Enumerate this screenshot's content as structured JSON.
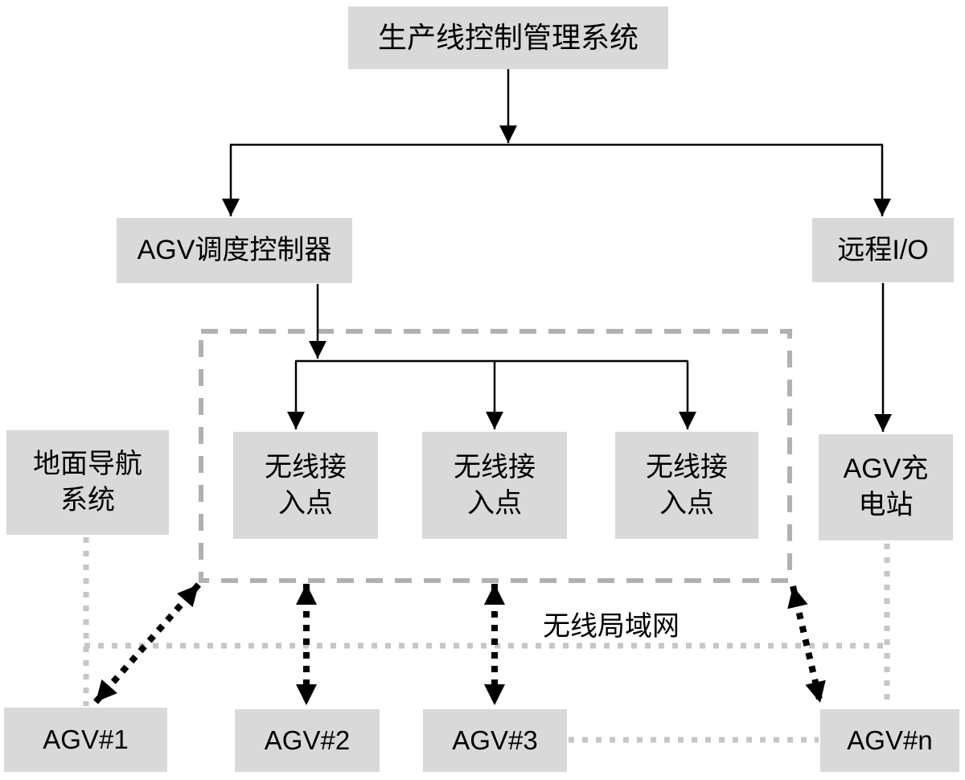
{
  "diagram": {
    "nodes": {
      "production_system": {
        "label": "生产线控制管理系统"
      },
      "agv_controller": {
        "label": "AGV调度控制器"
      },
      "remote_io": {
        "label": "远程I/O"
      },
      "ground_nav": {
        "label": "地面导航\n系统"
      },
      "wap1": {
        "label": "无线接\n入点"
      },
      "wap2": {
        "label": "无线接\n入点"
      },
      "wap3": {
        "label": "无线接\n入点"
      },
      "charging_station": {
        "label": "AGV充\n电站"
      },
      "agv1": {
        "label": "AGV#1"
      },
      "agv2": {
        "label": "AGV#2"
      },
      "agv3": {
        "label": "AGV#3"
      },
      "agvn": {
        "label": "AGV#n"
      }
    },
    "labels": {
      "wlan": "无线局域网"
    },
    "edges": [
      {
        "from": "production_system",
        "to": "agv_controller",
        "style": "solid-arrow"
      },
      {
        "from": "production_system",
        "to": "remote_io",
        "style": "solid-arrow"
      },
      {
        "from": "agv_controller",
        "to": "wap1",
        "style": "solid-arrow"
      },
      {
        "from": "agv_controller",
        "to": "wap2",
        "style": "solid-arrow"
      },
      {
        "from": "agv_controller",
        "to": "wap3",
        "style": "solid-arrow"
      },
      {
        "from": "remote_io",
        "to": "charging_station",
        "style": "solid-arrow"
      },
      {
        "from": "wlan_zone",
        "to": "agv1",
        "style": "dotted-double-arrow"
      },
      {
        "from": "wlan_zone",
        "to": "agv2",
        "style": "dotted-double-arrow"
      },
      {
        "from": "wlan_zone",
        "to": "agv3",
        "style": "dotted-double-arrow"
      },
      {
        "from": "wlan_zone",
        "to": "agvn",
        "style": "dotted-double-arrow"
      },
      {
        "from": "ground_nav",
        "to": "agv1",
        "style": "gray-dotted"
      },
      {
        "from": "charging_station",
        "to": "agvn",
        "style": "gray-dotted"
      },
      {
        "from": "agv3",
        "to": "agvn",
        "style": "gray-dotted"
      },
      {
        "from": "ground_nav",
        "to": "charging_station",
        "style": "gray-dotted-wlan-bus"
      }
    ],
    "colors": {
      "background": "#ffffff",
      "node_fill": "#d9d9d9",
      "line": "#000000",
      "dashed_zone": "#b1b1b1",
      "dotted_line": "#c6c6c6",
      "text": "#000000"
    }
  }
}
